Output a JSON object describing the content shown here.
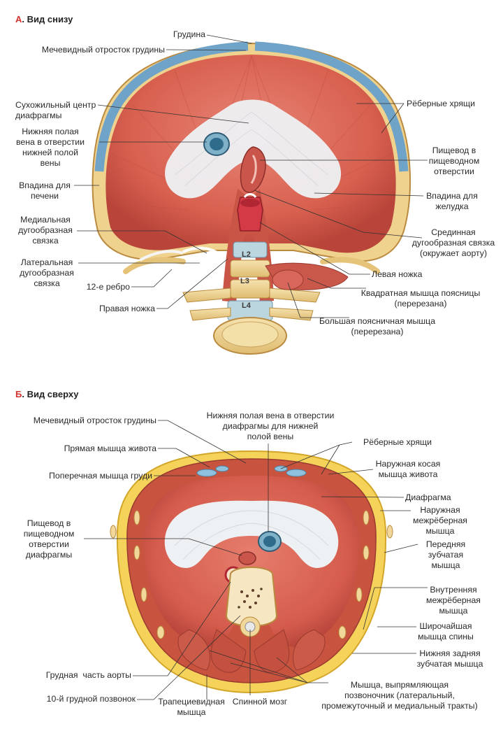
{
  "panel_a": {
    "letter": "А",
    "title": ". Вид снизу",
    "labels": {
      "sternum": "Грудина",
      "xiphoid": "Мечевидный отросток грудины",
      "central_tendon": "Сухожильный центр\nдиафрагмы",
      "ivc": "Нижняя полая\nвена в отверстии\nнижней полой\nвены",
      "costal_cartilages": "Рёберные хрящи",
      "esophagus": "Пищевод в\nпищеводном\nотверстии",
      "liver_fossa": "Впадина для\nпечени",
      "stomach_fossa": "Впадина для\nжелудка",
      "medial_arcuate": "Медиальная\nдугообразная\nсвязка",
      "median_arcuate": "Срединная\nдугообразная связка\n(окружает аорту)",
      "lateral_arcuate": "Латеральная\nдугообразная\nсвязка",
      "left_crus": "Левая ножка",
      "rib12": "12-е ребро",
      "quadratus": "Квадратная мышца поясницы\n(перерезана)",
      "right_crus": "Правая ножка",
      "psoas": "Большая поясничная мышца\n(перерезана)",
      "l2": "L2",
      "l3": "L3",
      "l4": "L4"
    }
  },
  "panel_b": {
    "letter": "Б",
    "title": ". Вид сверху",
    "labels": {
      "xiphoid": "Мечевидный отросток грудины",
      "ivc": "Нижняя полая вена в отверстии\nдиафрагмы для нижней\nполой вены",
      "costal_cartilages": "Рёберные хрящи",
      "rectus": "Прямая мышца живота",
      "ext_oblique": "Наружная косая\nмышца живота",
      "transversus_thoracis": "Поперечная мышца груди",
      "diaphragm": "Диафрагма",
      "ext_intercostal": "Наружная\nмежрёберная\nмышца",
      "esophagus": "Пищевод в\nпищеводном\nотверстии\nдиафрагмы",
      "serratus_anterior": "Передняя\nзубчатая\nмышца",
      "int_intercostal": "Внутренняя\nмежрёберная\nмышца",
      "latissimus": "Широчайшая\nмышца спины",
      "serratus_post_inf": "Нижняя задняя\nзубчатая мышца",
      "thoracic_aorta": "Грудная  часть аорты",
      "erector": "Мышца, выпрямляющая\nпозвоночник (латеральный,\nпромежуточный и медиальный тракты)",
      "vertebra": "10-й грудной позвонок",
      "trapezius": "Трапециевидная\nмышца",
      "spinal_cord": "Спинной мозг"
    }
  },
  "colors": {
    "muscle": "#d9675a",
    "muscle_dark": "#b8443c",
    "tendon": "#e9eef2",
    "cartilage": "#6fa3c8",
    "bone": "#f1d79a",
    "fat": "#f5d35a",
    "leader": "#333333",
    "letter_accent": "#d2322d"
  }
}
